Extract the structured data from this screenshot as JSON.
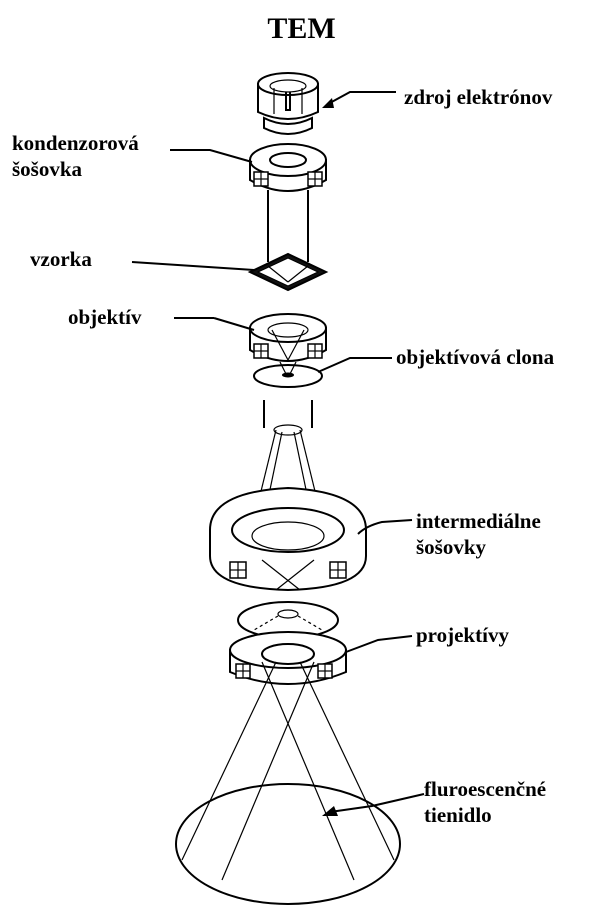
{
  "title": "TEM",
  "labels": {
    "source": "zdroj elektrónov",
    "condenser_line1": "kondenzorová",
    "condenser_line2": "šošovka",
    "specimen": "vzorka",
    "objective": "objektív",
    "objective_aperture": "objektívová clona",
    "intermediate_line1": "intermediálne",
    "intermediate_line2": "šošovky",
    "projector": "projektívy",
    "screen_line1": "fluroescenčné",
    "screen_line2": "tienidlo"
  }
}
